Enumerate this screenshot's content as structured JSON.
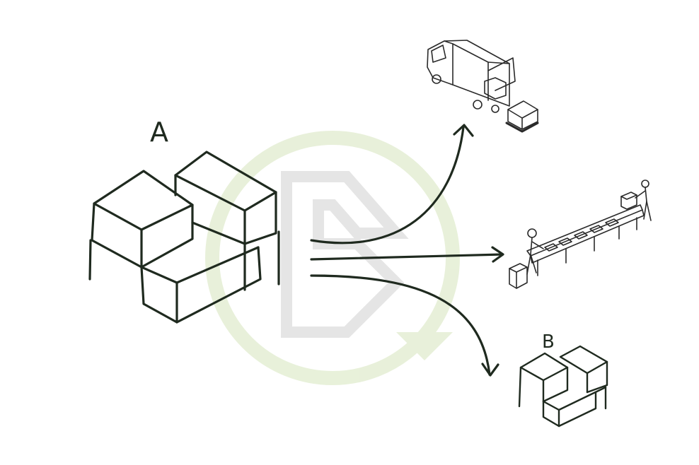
{
  "labels": {
    "source": "A",
    "destination": "B"
  },
  "colors": {
    "ink": "#1f2a1f",
    "watermark_ring": "#e6efd6",
    "watermark_letter": "#e3e3e3"
  },
  "icons": {
    "truck": "delivery-truck-icon",
    "conveyor": "conveyor-workers-icon",
    "watermark": "watermark-logo"
  }
}
